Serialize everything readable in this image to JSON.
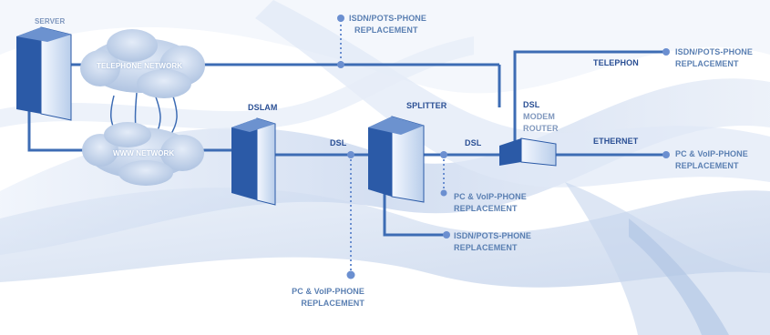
{
  "nodes": {
    "server": "SERVER",
    "telephone_network": "TELEPHONE NETWORK",
    "www_network": "WWW NETWORK",
    "dslam": "DSLAM",
    "splitter": "SPLITTER",
    "modem_router": {
      "line1": "DSL",
      "line2": "MODEM",
      "line3": "ROUTER"
    }
  },
  "links": {
    "dsl_left": "DSL",
    "dsl_right": "DSL",
    "telephon": "TELEPHON",
    "ethernet": "ETHERNET"
  },
  "endpoints": {
    "isdn_top_center": {
      "line1": "ISDN/POTS-PHONE",
      "line2": "REPLACEMENT"
    },
    "isdn_top_right": {
      "line1": "ISDN/POTS-PHONE",
      "line2": "REPLACEMENT"
    },
    "pc_right": {
      "line1": "PC & VoIP-PHONE",
      "line2": "REPLACEMENT"
    },
    "pc_splitter": {
      "line1": "PC & VoIP-PHONE",
      "line2": "REPLACEMENT"
    },
    "isdn_splitter": {
      "line1": "ISDN/POTS-PHONE",
      "line2": "REPLACEMENT"
    },
    "pc_bottom": {
      "line1": "PC & VoIP-PHONE",
      "line2": "REPLACEMENT"
    }
  },
  "colors": {
    "line": "#3d6cb4",
    "dot": "#6b8fd0",
    "device_face": "#ffffff",
    "device_dark": "#2b5aa7",
    "cloud": "#bfd0ea",
    "wave": "#d5e0f1"
  }
}
